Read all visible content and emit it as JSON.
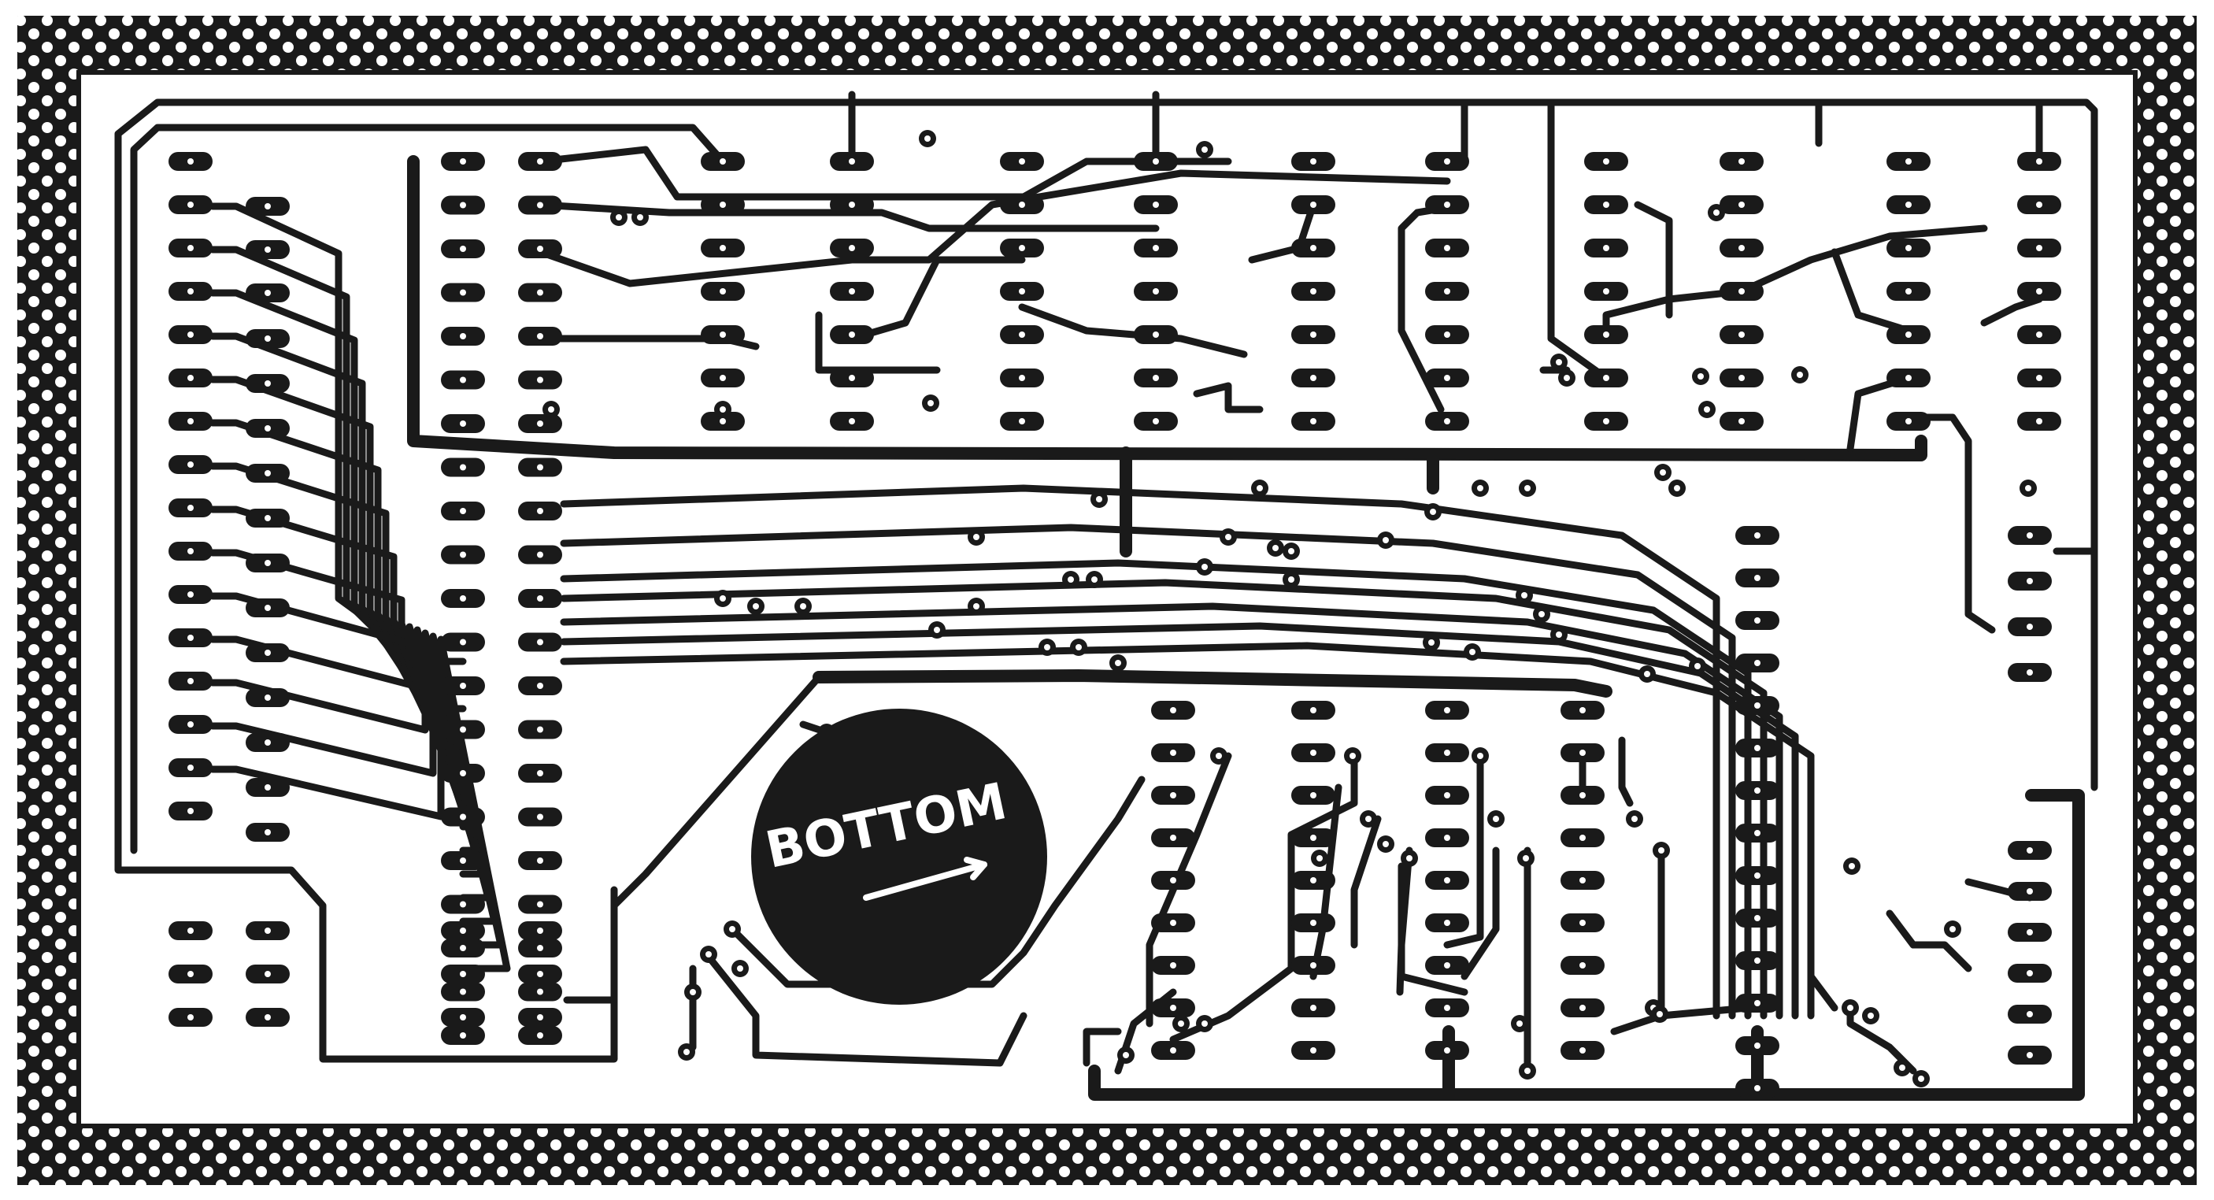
{
  "board": {
    "label": "BOTTOM",
    "colors": {
      "copper": "#1a1a1a",
      "substrate": "#ffffff",
      "frame": "#1a1a1a"
    },
    "icons": [
      "frame-pattern",
      "label-arrow"
    ]
  }
}
